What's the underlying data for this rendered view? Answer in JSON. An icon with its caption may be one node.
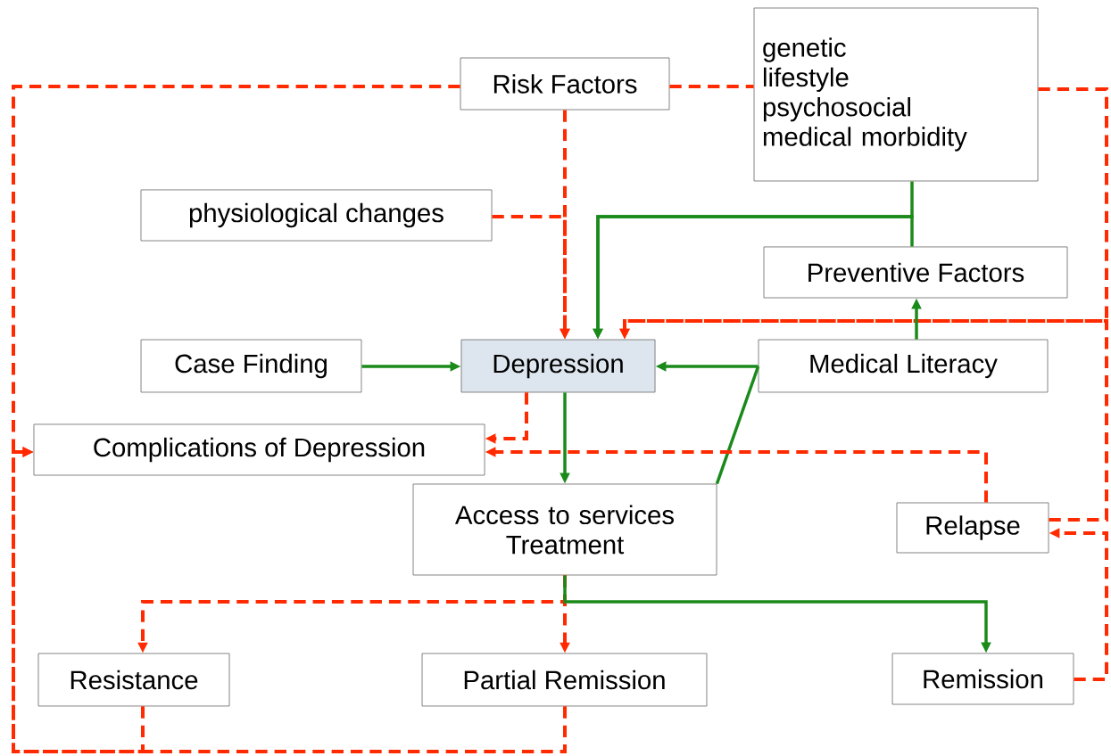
{
  "diagram": {
    "nodes": [
      {
        "text": [
          "Risk Factors"
        ]
      },
      {
        "text": [
          "genetic",
          "lifestyle",
          "psychosocial",
          "medical morbidity"
        ]
      },
      {
        "text": [
          "physiological changes"
        ]
      },
      {
        "text": [
          "Preventive Factors"
        ]
      },
      {
        "text": [
          "Case Finding"
        ]
      },
      {
        "text": [
          "Depression"
        ]
      },
      {
        "text": [
          "Medical Literacy"
        ]
      },
      {
        "text": [
          "Complications of Depression"
        ]
      },
      {
        "text": [
          "Access to services Treatment"
        ]
      },
      {
        "text": [
          "Relapse"
        ]
      },
      {
        "text": [
          "Resistance"
        ]
      },
      {
        "text": [
          "Partial Remission"
        ]
      },
      {
        "text": [
          "Remission"
        ]
      }
    ],
    "edges": [
      {
        "from": 0,
        "to": 1,
        "arrow": "none",
        "style": "dashed"
      },
      {
        "from": 0,
        "to": 5,
        "arrow": "to",
        "style": "dashed"
      },
      {
        "from": 2,
        "to": 5,
        "arrow": "to",
        "style": "dashed"
      },
      {
        "from": 0,
        "to": 7,
        "arrow": "to",
        "style": "dashed"
      },
      {
        "from": 1,
        "to": 5,
        "arrow": "to",
        "color": "#1a8a1a"
      },
      {
        "from": 3,
        "to": 5,
        "arrow": "to",
        "color": "#1a8a1a"
      },
      {
        "from": 1,
        "to": 5,
        "arrow": "to",
        "style": "dashed"
      },
      {
        "from": 9,
        "to": 5,
        "arrow": "to",
        "style": "dashed"
      },
      {
        "from": 4,
        "to": 5,
        "arrow": "to",
        "color": "#1a8a1a"
      },
      {
        "from": 6,
        "to": 5,
        "arrow": "to",
        "color": "#1a8a1a"
      },
      {
        "from": 8,
        "to": 6,
        "arrow": "none",
        "color": "#1a8a1a"
      },
      {
        "from": 6,
        "to": 3,
        "arrow": "to",
        "color": "#1a8a1a"
      },
      {
        "from": 5,
        "to": 8,
        "arrow": "to",
        "color": "#1a8a1a"
      },
      {
        "from": 5,
        "to": 7,
        "arrow": "to",
        "style": "dashed"
      },
      {
        "from": 9,
        "to": 7,
        "arrow": "to",
        "style": "dashed"
      },
      {
        "from": 12,
        "to": 9,
        "arrow": "to",
        "style": "dashed"
      },
      {
        "from": 8,
        "to": 11,
        "arrow": "to",
        "style": "dashed"
      },
      {
        "from": 8,
        "to": 10,
        "arrow": "to",
        "style": "dashed"
      },
      {
        "from": 8,
        "to": 12,
        "arrow": "to",
        "color": "#1a8a1a"
      },
      {
        "from": 10,
        "to": 7,
        "arrow": "to",
        "style": "dashed"
      },
      {
        "from": 11,
        "to": 7,
        "arrow": "to",
        "style": "dashed"
      }
    ]
  }
}
